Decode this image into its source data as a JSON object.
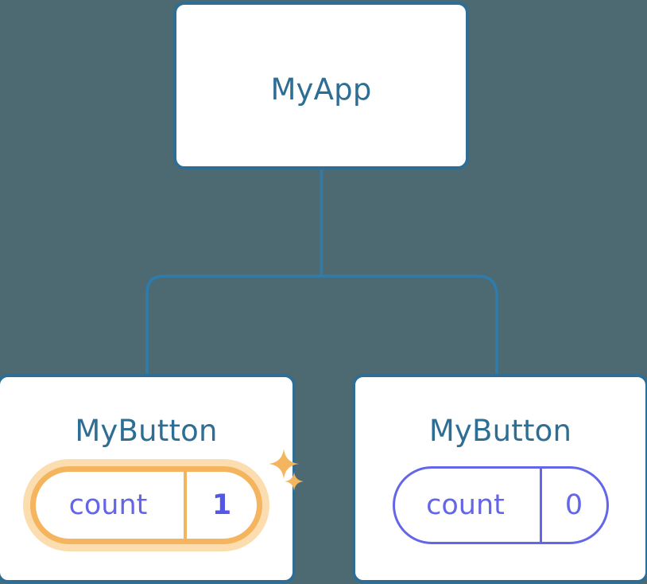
{
  "diagram": {
    "kind": "component-tree",
    "background_color": "#4d6a72",
    "node_border_color": "#2e6e95",
    "node_label_color": "#2e6e95",
    "connector_color": "#2e7cad",
    "highlight_color": "#f5b45e",
    "highlight_glow_color": "#fbddb0",
    "state_text_color": "#6366e8"
  },
  "root": {
    "label": "MyApp"
  },
  "children": [
    {
      "label": "MyButton",
      "state": {
        "key": "count",
        "value": "1"
      },
      "highlighted": true,
      "sparkles": [
        "sparkle-large-icon",
        "sparkle-small-icon"
      ]
    },
    {
      "label": "MyButton",
      "state": {
        "key": "count",
        "value": "0"
      },
      "highlighted": false
    }
  ]
}
